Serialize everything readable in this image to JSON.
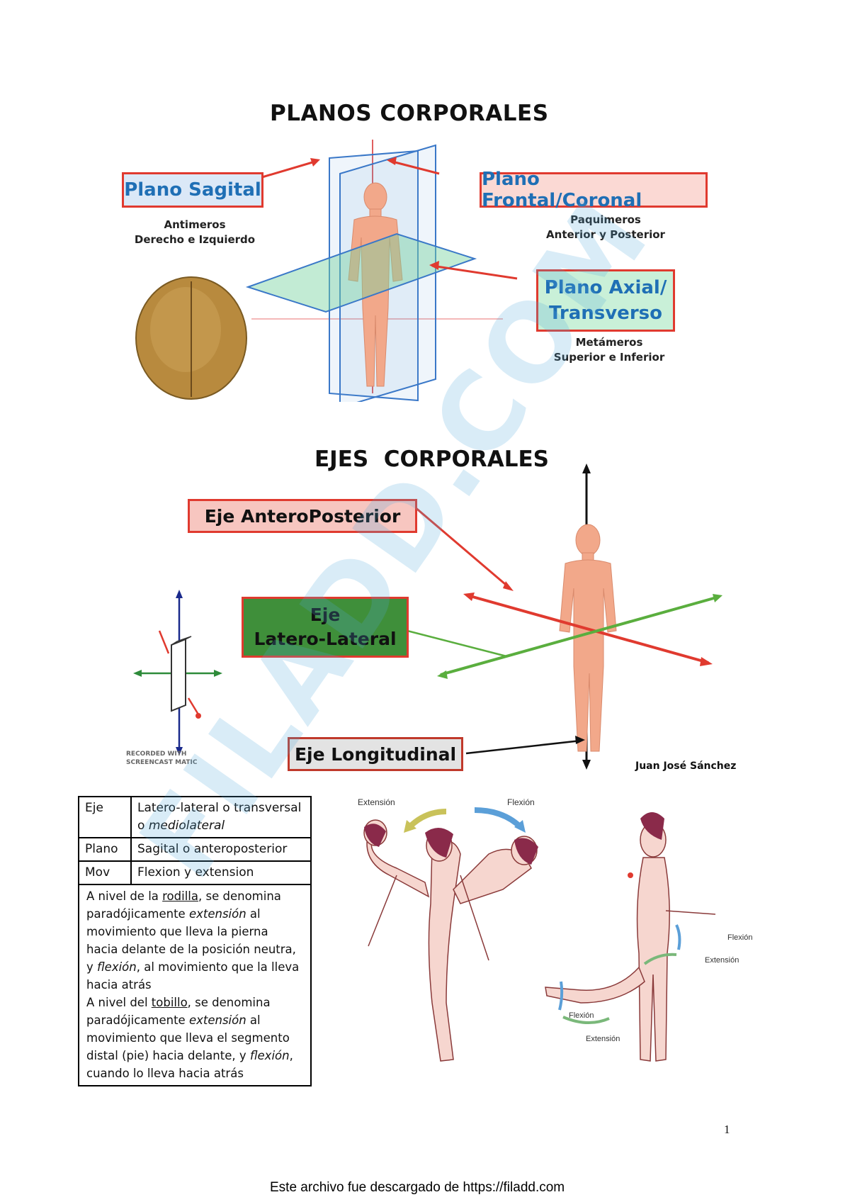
{
  "planos": {
    "title": "PLANOS CORPORALES",
    "sagital": {
      "label": "Plano Sagital",
      "caption": "Antimeros\nDerecho e Izquierdo"
    },
    "frontal": {
      "label": "Plano Frontal/Coronal",
      "caption": "Paquimeros\nAnterior y Posterior"
    },
    "axial": {
      "label": "Plano Axial/\nTransverso",
      "caption": "Metámeros\nSuperior e Inferior"
    }
  },
  "ejes": {
    "title": "EJES  CORPORALES",
    "antero": "Eje AnteroPosterior",
    "latero": "Eje\nLatero-Lateral",
    "longitudinal": "Eje Longitudinal",
    "author": "Juan José Sánchez",
    "screencast": "RECORDED WITH\nSCREENCAST MATIC"
  },
  "table": {
    "rows": [
      {
        "key": "Eje",
        "value_plain": "Latero-lateral o transversal o ",
        "value_italic": "mediolateral"
      },
      {
        "key": "Plano",
        "value_plain": "Sagital o anteroposterior"
      },
      {
        "key": "Mov",
        "value_plain": "Flexion y extension"
      }
    ],
    "paragraph1": {
      "a": "A nivel de la ",
      "u": "rodilla",
      "b": ", se denomina paradójicamente ",
      "i1": "extensión",
      "c": " al movimiento que lleva la pierna hacia delante de la posición neutra, y ",
      "i2": "flexión",
      "d": ", al movimiento que la lleva hacia atrás"
    },
    "paragraph2": {
      "a": "A nivel del ",
      "u": "tobillo",
      "b": ", se denomina paradójicamente ",
      "i1": "extensión",
      "c": " al movimiento que lleva el segmento distal (pie) hacia delante, y ",
      "i2": "flexión",
      "d": ", cuando lo lleva hacia atrás"
    }
  },
  "movement_figure": {
    "extension_top": "Extensión",
    "flexion_top": "Flexión",
    "knee_flexion": "Flexión",
    "knee_extension": "Extensión",
    "ankle_flexion": "Flexión",
    "ankle_extension": "Extensión"
  },
  "watermark": "FILADD.COM",
  "page_number": "1",
  "footer": "Este archivo fue descargado de https://filadd.com",
  "colors": {
    "red": "#e03a2f",
    "blue_label": "#1f6fb5",
    "green_box": "#3f8f3a",
    "pink_box": "#f7c6c0",
    "skin": "#f2a88a"
  }
}
